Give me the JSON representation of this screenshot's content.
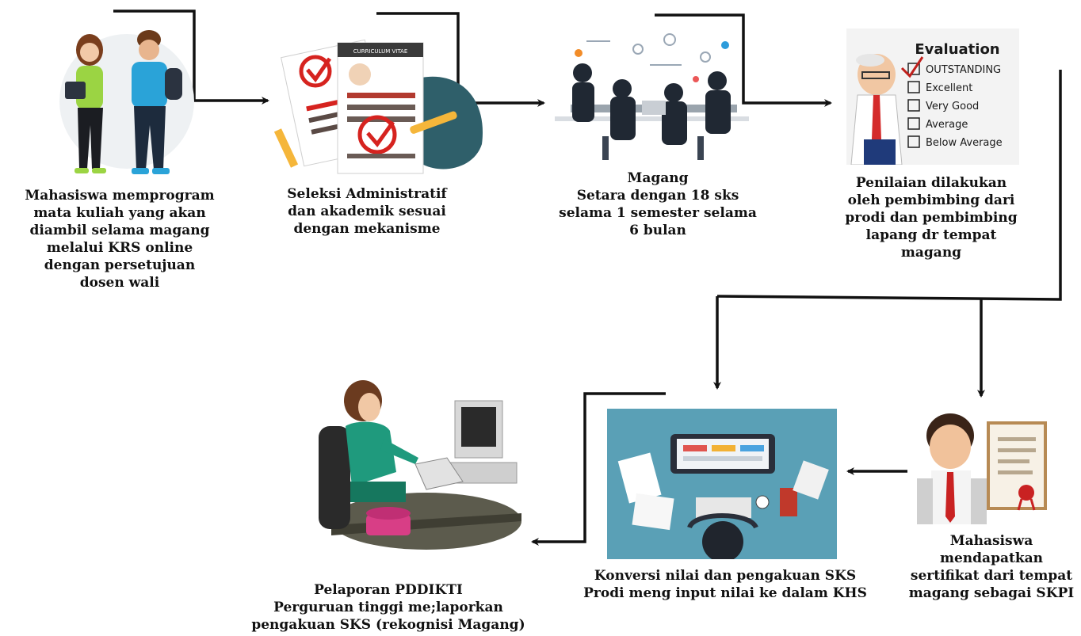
{
  "steps": [
    {
      "id": "krs",
      "lines": [
        "Mahasiswa memprogram",
        "mata kuliah yang akan",
        "diambil selama magang",
        "melalui KRS online",
        "dengan persetujuan",
        "dosen wali"
      ]
    },
    {
      "id": "seleksi",
      "lines": [
        "Seleksi Administratif",
        "dan akademik sesuai",
        "dengan mekanisme"
      ],
      "card_label": "CURRICULUM VITAE"
    },
    {
      "id": "magang",
      "lines": [
        "Magang",
        "Setara dengan 18 sks",
        "selama 1 semester selama",
        "6 bulan"
      ]
    },
    {
      "id": "penilaian",
      "lines": [
        "Penilaian dilakukan",
        "oleh pembimbing dari",
        "prodi dan pembimbing",
        "lapang dr tempat",
        "magang"
      ],
      "evaluation": {
        "title": "Evaluation",
        "options": [
          "OUTSTANDING",
          "Excellent",
          "Very Good",
          "Average",
          "Below Average"
        ],
        "checked": "OUTSTANDING"
      }
    },
    {
      "id": "sertifikat",
      "lines": [
        "Mahasiswa",
        "mendapatkan",
        "sertifikat dari tempat",
        "magang sebagai  SKPI"
      ]
    },
    {
      "id": "konversi",
      "lines": [
        "Konversi nilai dan pengakuan SKS",
        "Prodi meng input nilai ke dalam KHS"
      ]
    },
    {
      "id": "pelaporan",
      "lines": [
        "Pelaporan PDDIKTI",
        "Perguruan tinggi me;laporkan",
        "pengakuan SKS (rekognisi Magang)"
      ]
    }
  ],
  "colors": {
    "connector": "#111111",
    "text": "#111111"
  }
}
